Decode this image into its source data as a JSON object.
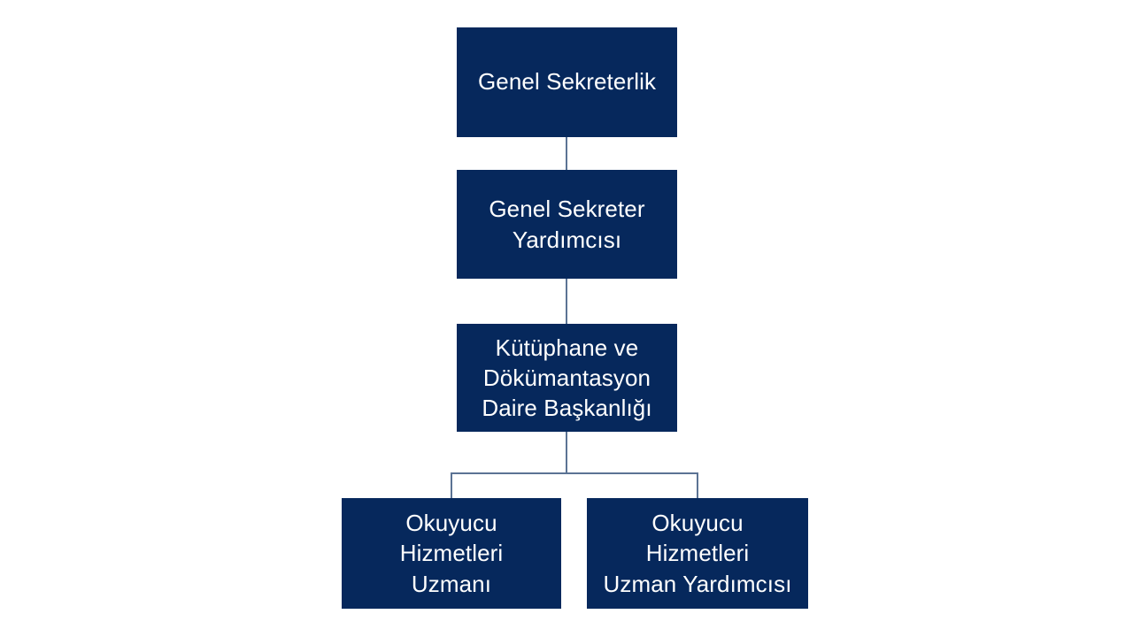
{
  "chart_data": {
    "type": "diagram",
    "diagram_kind": "organizational-chart",
    "orientation": "top-down",
    "title": "",
    "colors": {
      "node_fill": "#06285c",
      "node_text": "#ffffff",
      "connector": "#5b7394",
      "background": "#ffffff"
    },
    "nodes": [
      {
        "id": "genel-sekreterlik",
        "label": "Genel Sekreterlik",
        "level": 1,
        "lines": [
          "Genel Sekreterlik"
        ]
      },
      {
        "id": "genel-sekreter-yardimcisi",
        "label": "Genel Sekreter\nYardımcısı",
        "level": 2,
        "lines": [
          "Genel Sekreter",
          "Yardımcısı"
        ]
      },
      {
        "id": "kutuphane-daire-baskanligi",
        "label": "Kütüphane ve\nDökümantasyon\nDaire Başkanlığı",
        "level": 3,
        "lines": [
          "Kütüphane ve",
          "Dökümantasyon",
          "Daire Başkanlığı"
        ]
      },
      {
        "id": "okuyucu-hizmetleri-uzmani",
        "label": "Okuyucu\nHizmetleri\nUzmanı",
        "level": 4,
        "lines": [
          "Okuyucu",
          "Hizmetleri",
          "Uzmanı"
        ]
      },
      {
        "id": "okuyucu-hizmetleri-uzman-yardimcisi",
        "label": "Okuyucu\nHizmetleri\nUzman Yardımcısı",
        "level": 4,
        "lines": [
          "Okuyucu",
          "Hizmetleri",
          "Uzman Yardımcısı"
        ]
      }
    ],
    "edges": [
      {
        "from": "genel-sekreterlik",
        "to": "genel-sekreter-yardimcisi"
      },
      {
        "from": "genel-sekreter-yardimcisi",
        "to": "kutuphane-daire-baskanligi"
      },
      {
        "from": "kutuphane-daire-baskanligi",
        "to": "okuyucu-hizmetleri-uzmani"
      },
      {
        "from": "kutuphane-daire-baskanligi",
        "to": "okuyucu-hizmetleri-uzman-yardimcisi"
      }
    ]
  }
}
